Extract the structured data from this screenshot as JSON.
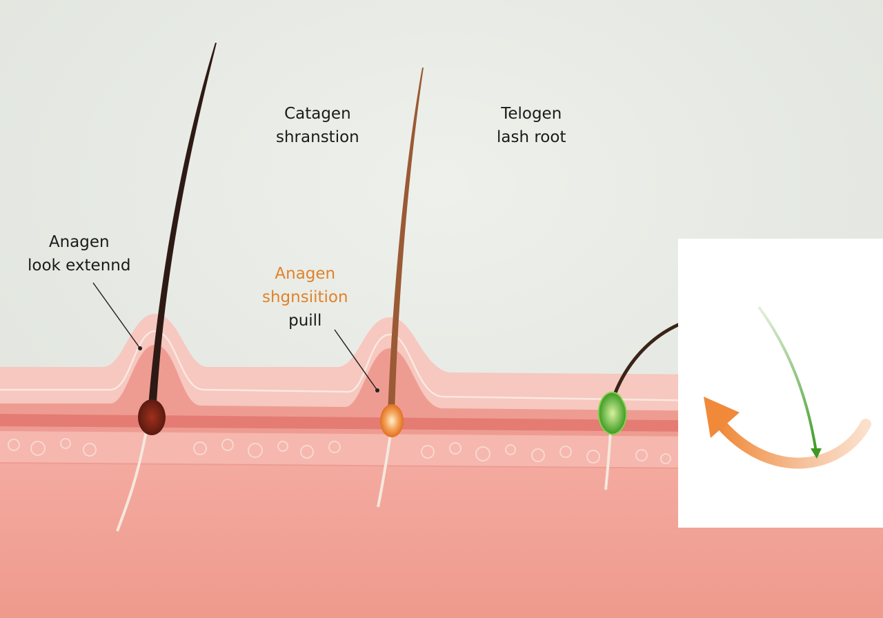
{
  "labels": {
    "catagen": {
      "line1": "Catagen",
      "line2": "shranstion"
    },
    "telogen": {
      "line1": "Telogen",
      "line2": "lash root"
    },
    "anagen_left": {
      "line1": "Anagen",
      "line2": "look extennd"
    },
    "anagen_mid": {
      "line1": "Anagen",
      "line2": "shgnsiition",
      "line3": "puill"
    }
  },
  "colors": {
    "background": "#e9ece6",
    "skin": "#f2a49a",
    "anagen_hair": "#2e1a14",
    "catagen_hair": "#9a5a35",
    "telogen_bulb": "#5cb83a",
    "cycle_arrow": "#f08a3a",
    "inset_hair": "#4aa02c"
  },
  "icons": {
    "cycle": "circular-arrow-icon"
  }
}
